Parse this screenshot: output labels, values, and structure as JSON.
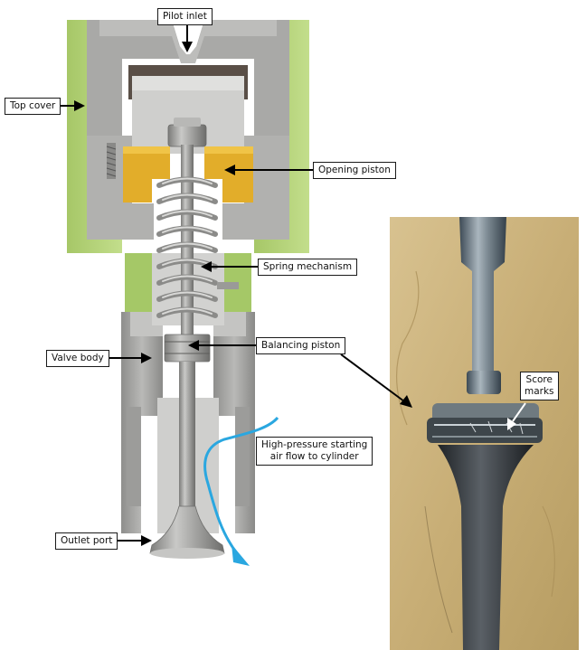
{
  "labels": {
    "pilot_inlet": "Pilot inlet",
    "top_cover": "Top cover",
    "opening_piston": "Opening piston",
    "spring_mechanism": "Spring mechanism",
    "valve_body": "Valve body",
    "balancing_piston": "Balancing piston",
    "air_flow_line1": "High-pressure starting",
    "air_flow_line2": "air flow to cylinder",
    "outlet_port": "Outlet port",
    "score_marks_line1": "Score",
    "score_marks_line2": "marks"
  },
  "colors": {
    "cover_green": "#b4d37a",
    "body_grey": "#9c9c9a",
    "opening_piston_yellow": "#e2ad2a",
    "air_flow_blue": "#2aa7e0",
    "photo_background": "#c8b07a"
  }
}
